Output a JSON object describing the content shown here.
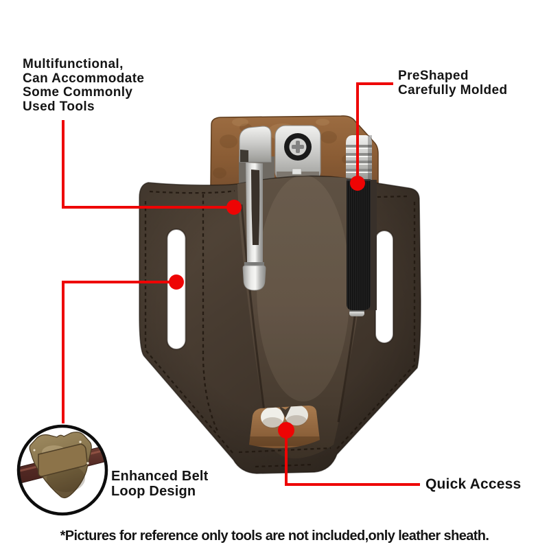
{
  "callouts": {
    "multifunctional": {
      "lines": [
        "Multifunctional,",
        "Can Accommodate",
        "Some Commonly",
        "Used Tools"
      ]
    },
    "preshaped": {
      "lines": [
        "PreShaped",
        "Carefully Molded"
      ]
    },
    "belt_loop": {
      "lines": [
        "Enhanced Belt",
        "Loop Design"
      ]
    },
    "quick_access": {
      "label": "Quick Access"
    }
  },
  "footer": {
    "disclaimer": "*Pictures for reference only tools are not included,only leather sheath."
  },
  "colors": {
    "accent_red": "#ee0404",
    "text": "#141414",
    "leather_front": "#4a3d33",
    "leather_pouch": "#57493c",
    "leather_back_tan": "#97683e",
    "cutout_tan": "#a97b4f",
    "elastic_black": "#161616",
    "metal_silver": "#d8d8d6",
    "belt_maroon": "#572c26",
    "inset_leather_bronze": "#8b7750"
  },
  "icons": {
    "callout_dot": "filled-red-circle",
    "inset_ring": "black-circle-outline"
  }
}
